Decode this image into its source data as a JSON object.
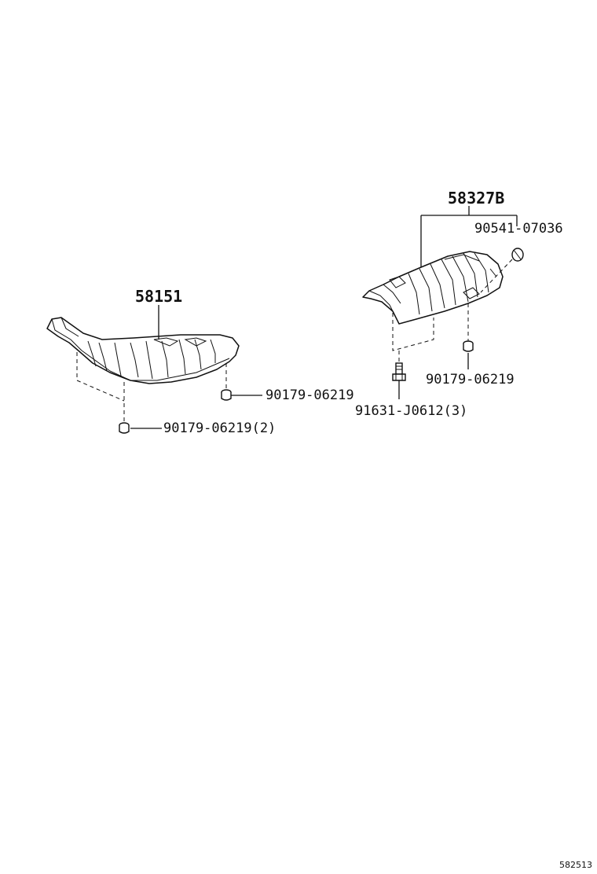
{
  "labels": {
    "part_58327b": "58327B",
    "part_90541": "90541-07036",
    "part_58151": "58151",
    "part_90179_right_shield": "90179-06219",
    "part_90179_left_single": "90179-06219",
    "part_90179_left_double": "90179-06219(2)",
    "part_91631": "91631-J0612(3)",
    "diagram_code": "582513"
  }
}
